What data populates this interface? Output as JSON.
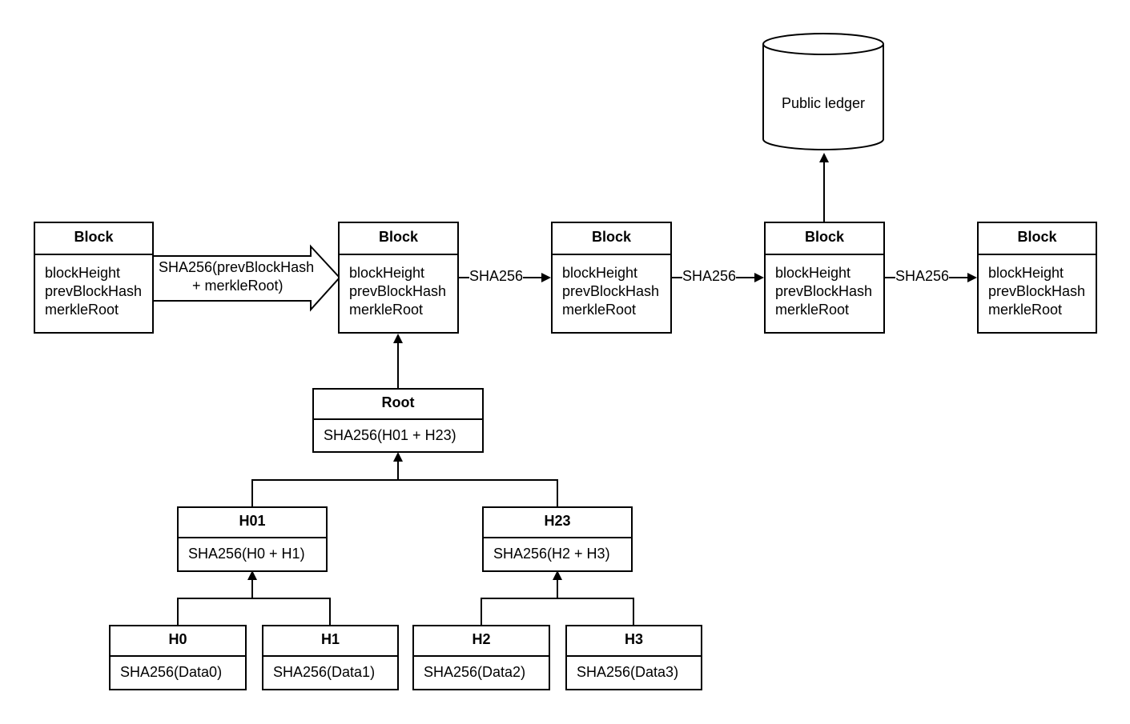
{
  "blocks": [
    {
      "title": "Block",
      "fields": [
        "blockHeight",
        "prevBlockHash",
        "merkleRoot"
      ]
    },
    {
      "title": "Block",
      "fields": [
        "blockHeight",
        "prevBlockHash",
        "merkleRoot"
      ]
    },
    {
      "title": "Block",
      "fields": [
        "blockHeight",
        "prevBlockHash",
        "merkleRoot"
      ]
    },
    {
      "title": "Block",
      "fields": [
        "blockHeight",
        "prevBlockHash",
        "merkleRoot"
      ]
    },
    {
      "title": "Block",
      "fields": [
        "blockHeight",
        "prevBlockHash",
        "merkleRoot"
      ]
    }
  ],
  "big_arrow_label": [
    "SHA256(prevBlockHash",
    "+ merkleRoot)"
  ],
  "chain_edge_label": "SHA256",
  "ledger": {
    "label": "Public ledger"
  },
  "merkle": {
    "root": {
      "title": "Root",
      "value": "SHA256(H01 + H23)"
    },
    "h01": {
      "title": "H01",
      "value": "SHA256(H0 + H1)"
    },
    "h23": {
      "title": "H23",
      "value": "SHA256(H2 + H3)"
    },
    "h0": {
      "title": "H0",
      "value": "SHA256(Data0)"
    },
    "h1": {
      "title": "H1",
      "value": "SHA256(Data1)"
    },
    "h2": {
      "title": "H2",
      "value": "SHA256(Data2)"
    },
    "h3": {
      "title": "H3",
      "value": "SHA256(Data3)"
    }
  }
}
